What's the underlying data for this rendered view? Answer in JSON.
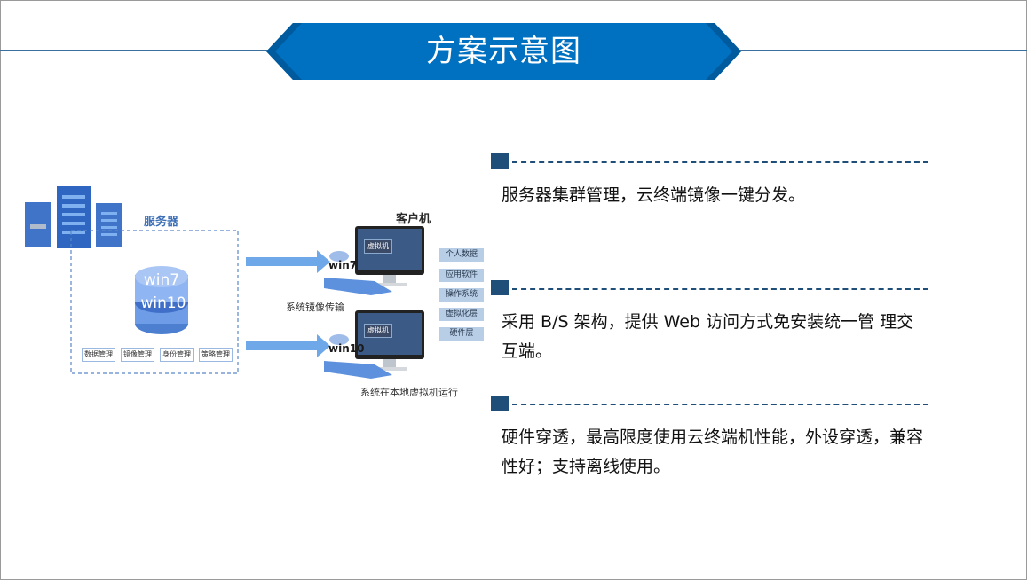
{
  "title": "方案示意图",
  "diagram": {
    "server_label": "服务器",
    "client_label": "客户机",
    "db_labels": [
      "win7",
      "win10"
    ],
    "mgmt_items": [
      "数据管理",
      "镜像管理",
      "身份管理",
      "策略管理"
    ],
    "transfer_label": "系统镜像传输",
    "local_run_label": "系统在本地虚拟机运行",
    "vm_label": "虚拟机",
    "client_os": [
      "win7",
      "win10"
    ],
    "layers": [
      "个人数据",
      "应用软件",
      "操作系统",
      "虚拟化层",
      "硬件层"
    ]
  },
  "points": [
    {
      "text": "服务器集群管理，云终端镜像一键分发。"
    },
    {
      "text": "采用 B/S 架构，提供 Web 访问方式免安装统一管 理交互端。"
    },
    {
      "text": "硬件穿透，最高限度使用云终端机性能，外设穿透，兼容性好；支持离线使用。"
    }
  ],
  "colors": {
    "banner": "#0070c0",
    "banner_dark": "#005a9e",
    "marker": "#1f4e79",
    "accent": "#3d6fb6"
  }
}
